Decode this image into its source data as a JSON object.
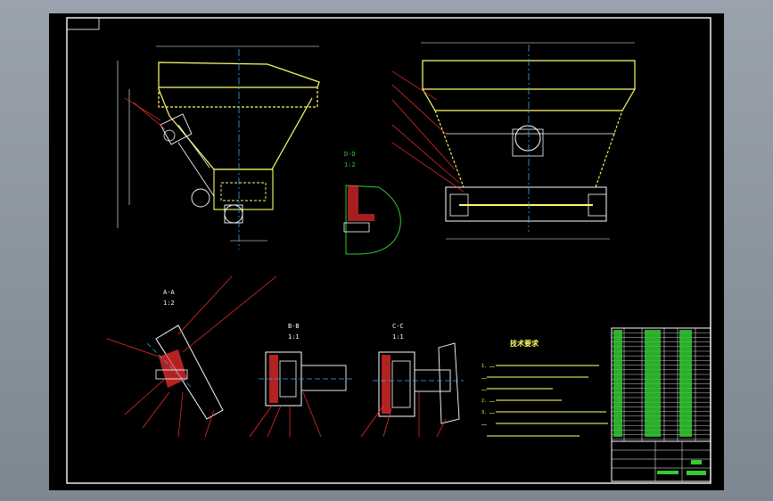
{
  "sections": {
    "section_a": {
      "label": "A-A",
      "scale": "1:2"
    },
    "section_b": {
      "label": "B-B",
      "scale": "1:1"
    },
    "section_c": {
      "label": "C-C",
      "scale": "1:1"
    },
    "section_d": {
      "label": "D-D",
      "scale": "1:2"
    }
  },
  "notes": {
    "title": "技术要求",
    "lines": [
      "1. ……",
      "   ……",
      "   ……",
      "2. ……",
      "3. ……",
      "   ……"
    ]
  },
  "colors": {
    "paper": "#000000",
    "frame": "#ffffff",
    "hopper": "#ffff66",
    "centerline": "#33aaff",
    "leader": "#ff3030",
    "hatch": "#ff3030",
    "detail": "#33cc33",
    "dimension": "#ffffff"
  }
}
